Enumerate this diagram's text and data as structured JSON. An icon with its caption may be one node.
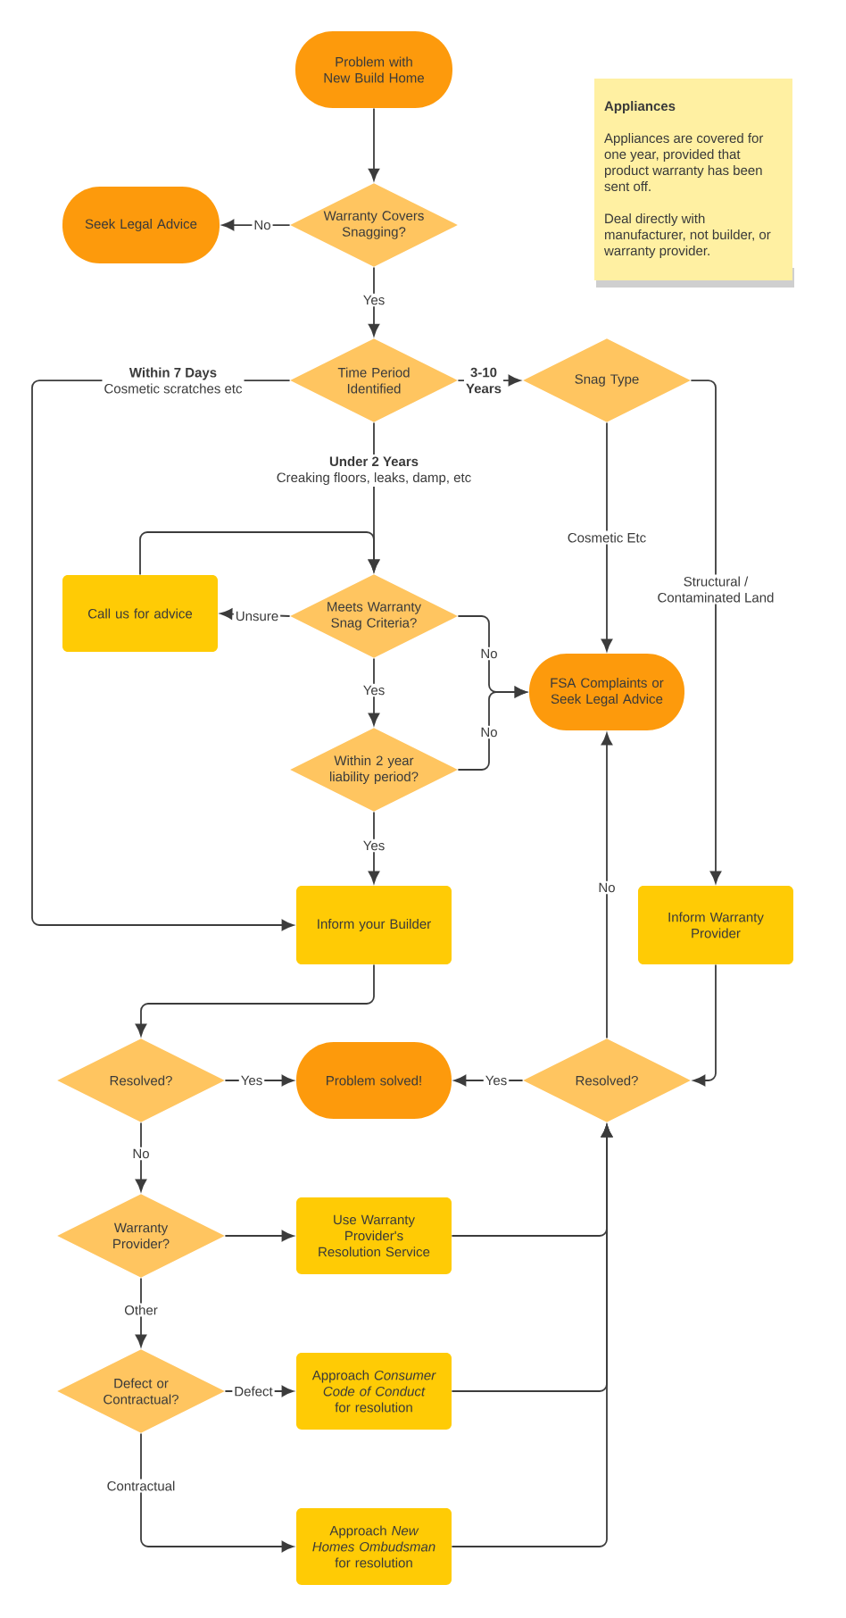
{
  "diagram": {
    "nodes": [
      {
        "text": [
          "Problem with New Build Home"
        ]
      },
      {
        "text": [
          "Appliances",
          "Appliances are covered for one year, provided that product warranty has been sent off.",
          "Deal directly with manufacturer, not builder, or warranty provider."
        ]
      },
      {
        "text": [
          "Seek Legal Advice"
        ]
      },
      {
        "text": [
          "Warranty Covers Snagging?"
        ]
      },
      {
        "text": [
          "Time Period Identified"
        ]
      },
      {
        "text": [
          "Snag Type"
        ]
      },
      {
        "text": [
          "Call us for advice"
        ]
      },
      {
        "text": [
          "Meets Warranty Snag Criteria?"
        ]
      },
      {
        "text": [
          "FSA Complaints or Seek Legal Advice"
        ]
      },
      {
        "text": [
          "Within 2 year liability period?"
        ]
      },
      {
        "text": [
          "Inform your Builder"
        ]
      },
      {
        "text": [
          "Inform Warranty Provider"
        ]
      },
      {
        "text": [
          "Resolved?"
        ]
      },
      {
        "text": [
          "Problem solved!"
        ]
      },
      {
        "text": [
          "Resolved?"
        ]
      },
      {
        "text": [
          "Warranty Provider?"
        ]
      },
      {
        "text": [
          "Use Warranty Provider's Resolution Service"
        ]
      },
      {
        "text": [
          "Defect or Contractual?"
        ]
      },
      {
        "text": [
          "Approach *Consumer Code of Conduct* for resolution"
        ]
      },
      {
        "text": [
          "Approach *New Homes Ombudsman* for resolution"
        ]
      }
    ],
    "edges": [
      {
        "from": 0,
        "to": 3,
        "arrow": "to"
      },
      {
        "from": 3,
        "to": 2,
        "arrow": "to",
        "label": "No"
      },
      {
        "from": 3,
        "to": 4,
        "arrow": "to",
        "label": "Yes"
      },
      {
        "from": 4,
        "to": 10,
        "arrow": "to",
        "label": "**Within 7 Days** Cosmetic scratches etc"
      },
      {
        "from": 4,
        "to": 5,
        "arrow": "to",
        "label": "3-10 Years"
      },
      {
        "from": 4,
        "to": 7,
        "arrow": "to",
        "label": "**Under 2 Years** Creaking floors, leaks, damp, etc"
      },
      {
        "from": 5,
        "to": 8,
        "arrow": "to",
        "label": "Cosmetic Etc"
      },
      {
        "from": 5,
        "to": 11,
        "arrow": "to",
        "label": "Structural / Contaminated Land"
      },
      {
        "from": 7,
        "to": 6,
        "arrow": "to",
        "label": "Unsure"
      },
      {
        "from": 6,
        "to": 7,
        "arrow": "to"
      },
      {
        "from": 7,
        "to": 8,
        "arrow": "to",
        "label": "No"
      },
      {
        "from": 9,
        "to": 8,
        "arrow": "to",
        "label": "No"
      },
      {
        "from": 7,
        "to": 9,
        "arrow": "to",
        "label": "Yes"
      },
      {
        "from": 9,
        "to": 10,
        "arrow": "to",
        "label": "Yes"
      },
      {
        "from": 10,
        "to": 12,
        "arrow": "to"
      },
      {
        "from": 12,
        "to": 13,
        "arrow": "to",
        "label": "Yes"
      },
      {
        "from": 14,
        "to": 13,
        "arrow": "to",
        "label": "Yes"
      },
      {
        "from": 14,
        "to": 8,
        "arrow": "to",
        "label": "No"
      },
      {
        "from": 11,
        "to": 14,
        "arrow": "to"
      },
      {
        "from": 12,
        "to": 15,
        "arrow": "to",
        "label": "No"
      },
      {
        "from": 15,
        "to": 16,
        "arrow": "to"
      },
      {
        "from": 15,
        "to": 17,
        "arrow": "to",
        "label": "Other"
      },
      {
        "from": 17,
        "to": 18,
        "arrow": "to",
        "label": "Defect"
      },
      {
        "from": 17,
        "to": 19,
        "arrow": "to",
        "label": "Contractual"
      },
      {
        "from": 16,
        "to": 14,
        "arrow": "to"
      },
      {
        "from": 18,
        "to": 14,
        "arrow": "to"
      },
      {
        "from": 19,
        "to": 14,
        "arrow": "to"
      }
    ]
  }
}
